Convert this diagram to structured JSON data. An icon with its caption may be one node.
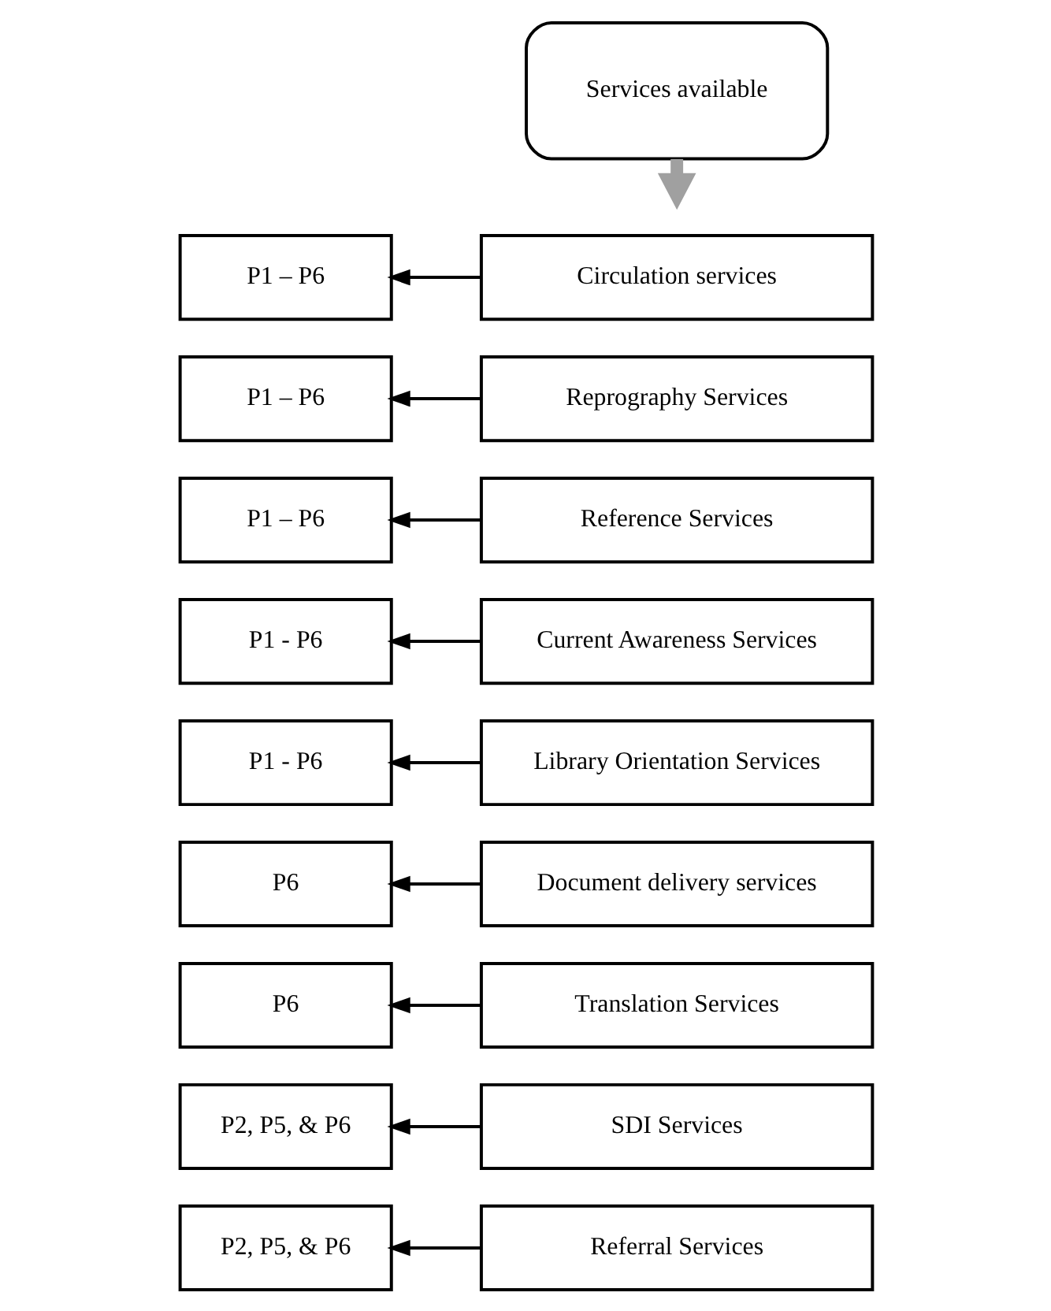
{
  "diagram": {
    "nodes": [
      {
        "text": [
          "Services available"
        ]
      },
      {
        "text": [
          "P1 – P6"
        ]
      },
      {
        "text": [
          "Circulation services"
        ]
      },
      {
        "text": [
          "P1 – P6"
        ]
      },
      {
        "text": [
          "Reprography Services"
        ]
      },
      {
        "text": [
          "P1 – P6"
        ]
      },
      {
        "text": [
          "Reference Services"
        ]
      },
      {
        "text": [
          "P1 - P6"
        ]
      },
      {
        "text": [
          "Current Awareness Services"
        ]
      },
      {
        "text": [
          "P1 - P6"
        ]
      },
      {
        "text": [
          "Library Orientation Services"
        ]
      },
      {
        "text": [
          "P6"
        ]
      },
      {
        "text": [
          "Document delivery services"
        ]
      },
      {
        "text": [
          "P6"
        ]
      },
      {
        "text": [
          "Translation Services"
        ]
      },
      {
        "text": [
          "P2, P5, & P6"
        ]
      },
      {
        "text": [
          "SDI Services"
        ]
      },
      {
        "text": [
          "P2, P5, & P6"
        ]
      },
      {
        "text": [
          "Referral Services"
        ]
      }
    ],
    "edges": [
      {
        "from": 0,
        "to": null,
        "arrow": "to",
        "style": "thick",
        "color": "#a0a0a0"
      },
      {
        "from": 2,
        "to": 1,
        "arrow": "to"
      },
      {
        "from": 4,
        "to": 3,
        "arrow": "to"
      },
      {
        "from": 6,
        "to": 5,
        "arrow": "to"
      },
      {
        "from": 8,
        "to": 7,
        "arrow": "to"
      },
      {
        "from": 10,
        "to": 9,
        "arrow": "to"
      },
      {
        "from": 12,
        "to": 11,
        "arrow": "to"
      },
      {
        "from": 14,
        "to": 13,
        "arrow": "to"
      },
      {
        "from": 16,
        "to": 15,
        "arrow": "to"
      },
      {
        "from": 18,
        "to": 17,
        "arrow": "to"
      }
    ]
  }
}
